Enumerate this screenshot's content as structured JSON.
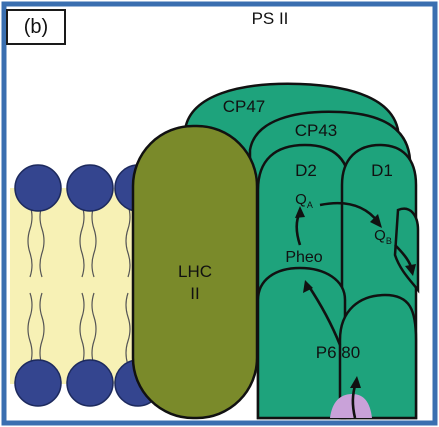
{
  "panel_label": "(b)",
  "title": "PS II",
  "labels": {
    "cp47": "CP47",
    "cp43": "CP43",
    "d2": "D2",
    "d1": "D1",
    "qa": "Q",
    "qa_sub": "A",
    "qb": "Q",
    "qb_sub": "B",
    "pheo": "Pheo",
    "lhc_line1": "LHC",
    "lhc_line2": "II",
    "p680": "P6 80"
  },
  "colors": {
    "frame_border": "#3a6fb0",
    "protein_green": "#1ea37c",
    "lhc_olive": "#7a8a2a",
    "membrane_yellow": "#f7f1b5",
    "lipid_head": "#34458f",
    "outline": "#111111",
    "purple_patch": "#c9a2d9"
  }
}
